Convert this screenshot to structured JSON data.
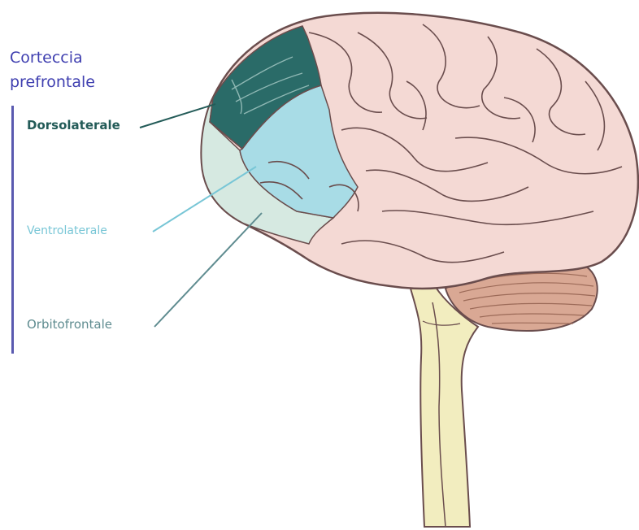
{
  "title": {
    "line1": "Corteccia",
    "line2": "prefrontale"
  },
  "regions": {
    "dorsolateral": "Dorsolaterale",
    "ventrolateral": "Ventrolaterale",
    "orbitofrontal": "Orbitofrontale"
  },
  "colors": {
    "title": "#3f3fb0",
    "bracket": "#5a5ab0",
    "dorsolateral_fill": "#2a6b68",
    "dorsolateral_text": "#235b58",
    "ventrolateral_fill": "#a8dce6",
    "ventrolateral_text": "#78c6d6",
    "orbitofrontal_fill": "#d6e9e1",
    "orbitofrontal_text": "#5f8c90",
    "cortex_fill": "#f4d9d4",
    "outline": "#6a4d4d",
    "cerebellum_fill": "#d9a894",
    "brainstem_fill": "#f2edbf"
  }
}
